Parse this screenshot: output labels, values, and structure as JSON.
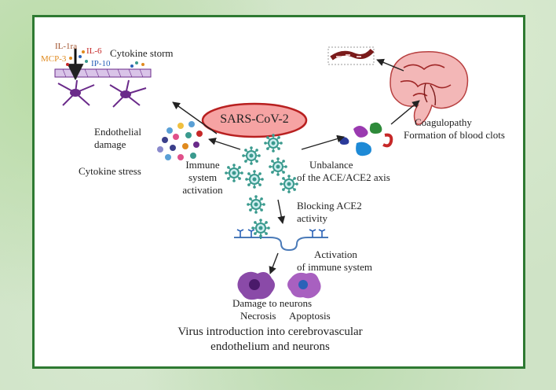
{
  "colors": {
    "frame": "#2e7a32",
    "sars_fill": "#f6a3a3",
    "sars_stroke": "#b82020",
    "virus": "#3a9a8e",
    "neuron": "#6a2a8a",
    "il6": "#c62828",
    "mcp3": "#e08a1e",
    "ip10": "#2a62b8",
    "il1ra": "#a0522d"
  },
  "icons": [
    "virus-icon",
    "neuron-icon",
    "brain-icon",
    "blood-vessel-icon",
    "protein-icon",
    "cytokine-icon",
    "receptor-icon",
    "cell-icon"
  ],
  "labels": {
    "sars": "SARS-CoV-2",
    "cytokine_storm": "Cytokine storm",
    "il1ra": "IL-1ra",
    "il6": "IL-6",
    "mcp3": "MCP-3",
    "ip10": "IP-10",
    "endothelial_1": "Endothelial",
    "endothelial_2": "damage",
    "cytokine_stress": "Cytokine stress",
    "immune_1": "Immune",
    "immune_2": "system",
    "immune_3": "activation",
    "unbalance_1": "Unbalance",
    "unbalance_2": "of the ACE/ACE2 axis",
    "coag_1": "Coagulopathy",
    "coag_2": "Formation of blood clots",
    "blocking_1": "Blocking ACE2",
    "blocking_2": "activity",
    "activation_1": "Activation",
    "activation_2": "of immune system",
    "damage": "Damage to neurons",
    "necrosis": "Necrosis",
    "apoptosis": "Apoptosis",
    "bottom_1": "Virus introduction into cerebrovascular",
    "bottom_2": "endothelium and neurons"
  }
}
